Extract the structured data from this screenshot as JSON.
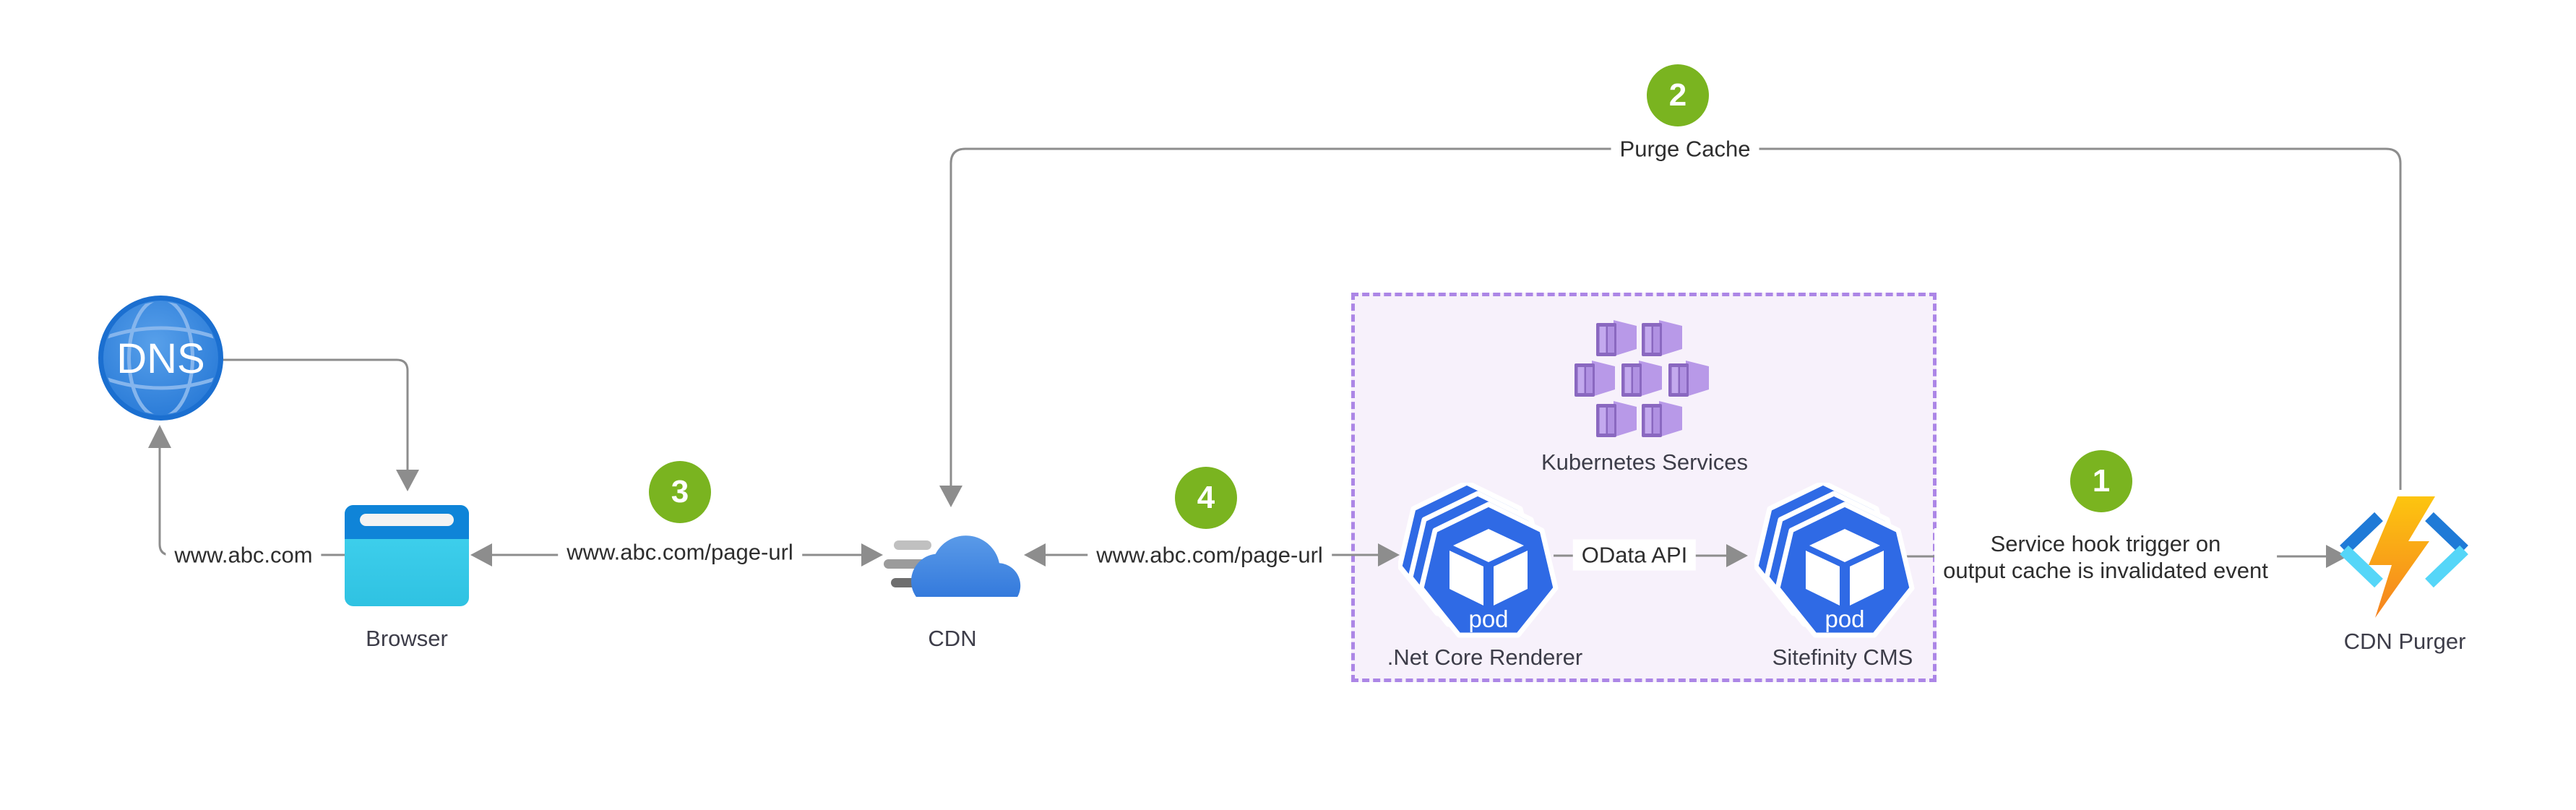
{
  "nodes": {
    "dns": {
      "label": "DNS"
    },
    "browser": {
      "label": "Browser"
    },
    "cdn": {
      "label": "CDN"
    },
    "kubernetes_services": {
      "label": "Kubernetes Services"
    },
    "net_core_renderer": {
      "label": ".Net Core Renderer",
      "pod_badge": "pod"
    },
    "sitefinity_cms": {
      "label": "Sitefinity CMS",
      "pod_badge": "pod"
    },
    "cdn_purger": {
      "label": "CDN Purger"
    }
  },
  "links": {
    "browser_to_dns": {
      "label": "www.abc.com"
    },
    "browser_to_cdn": {
      "label": "www.abc.com/page-url"
    },
    "cdn_to_renderer": {
      "label": "www.abc.com/page-url"
    },
    "renderer_to_cms": {
      "label": "OData API"
    },
    "cms_to_purger": {
      "line1": "Service hook trigger on",
      "line2": "output cache is invalidated event"
    },
    "purger_to_cdn": {
      "label": "Purge Cache"
    }
  },
  "steps": {
    "s1": "1",
    "s2": "2",
    "s3": "3",
    "s4": "4"
  },
  "colors": {
    "step_badge_green": "#7ab420",
    "connector_gray": "#8d8d8d",
    "group_box_border_purple": "#ac86e6",
    "group_box_fill": "#f7f1fb",
    "pod_blue": "#2f6ae5",
    "kubernetes_purple": "#a987d9",
    "dns_blue": "#2174d4",
    "browser_header_blue": "#0f84d8",
    "browser_body_cyan": "#3acdea",
    "cloud_blue": "#3c82e2",
    "bolt_yellow": "#fdc50f",
    "bolt_orange": "#f58220",
    "bracket_dark_blue": "#1f7ad7",
    "bracket_light_cyan": "#55d6f8"
  }
}
